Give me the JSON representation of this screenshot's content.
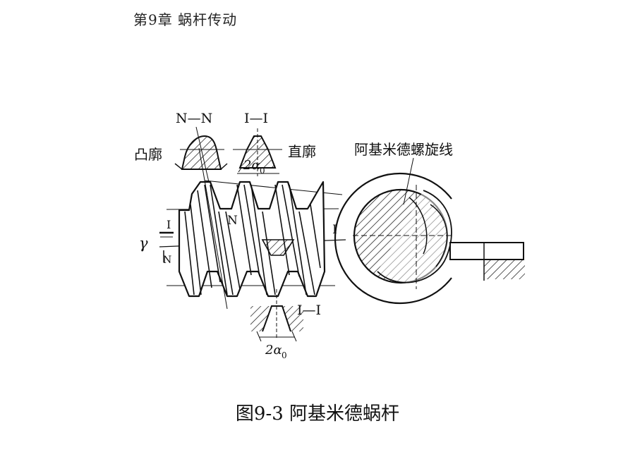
{
  "header": {
    "chapter": "第9章  蜗杆传动"
  },
  "figure": {
    "labels": {
      "section_nn": "N—N",
      "section_ii_top": "I—I",
      "section_ii_bottom": "I—I",
      "convex_profile": "凸廓",
      "straight_profile": "直廓",
      "archimedes_spiral": "阿基米德螺旋线",
      "two_alpha": "2α",
      "alpha_sub": "0",
      "gamma": "γ",
      "mark_i": "I",
      "mark_n": "N"
    },
    "caption": "图9-3 阿基米德蜗杆"
  }
}
